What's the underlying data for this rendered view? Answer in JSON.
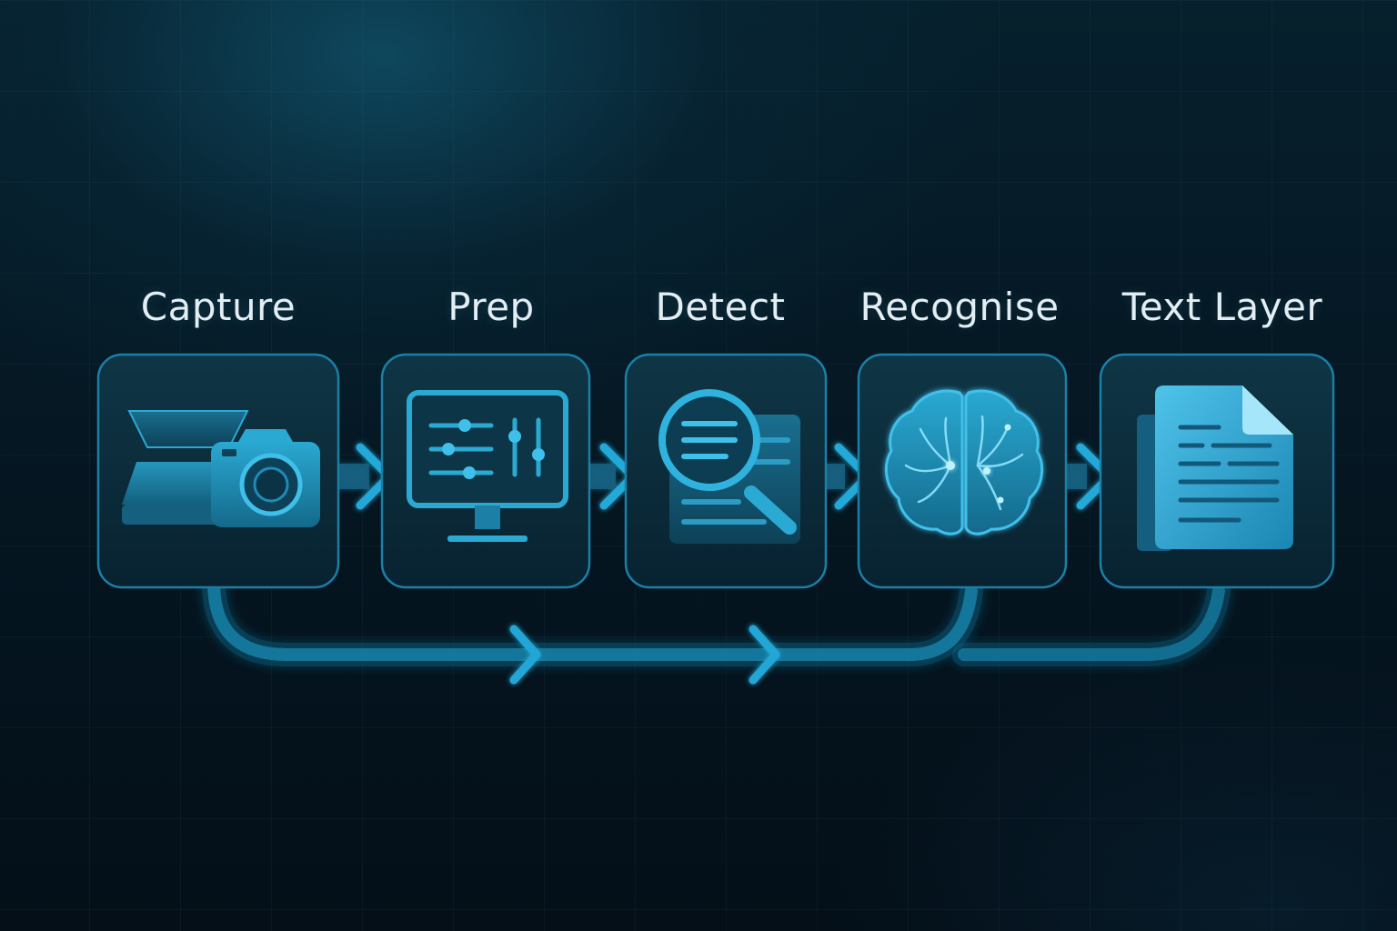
{
  "stages": [
    {
      "label": "Capture",
      "icon": "scanner-and-camera-icon"
    },
    {
      "label": "Prep",
      "icon": "monitor-sliders-icon"
    },
    {
      "label": "Detect",
      "icon": "magnifier-document-icon"
    },
    {
      "label": "Recognise",
      "icon": "brain-icon"
    },
    {
      "label": "Text Layer",
      "icon": "text-document-icon"
    }
  ],
  "colors": {
    "accent": "#1ea6d6",
    "glow": "#3fd2ff",
    "tile_fill": "#0b2a38",
    "tile_border": "#1b7fa6",
    "label": "#e3eef4"
  }
}
